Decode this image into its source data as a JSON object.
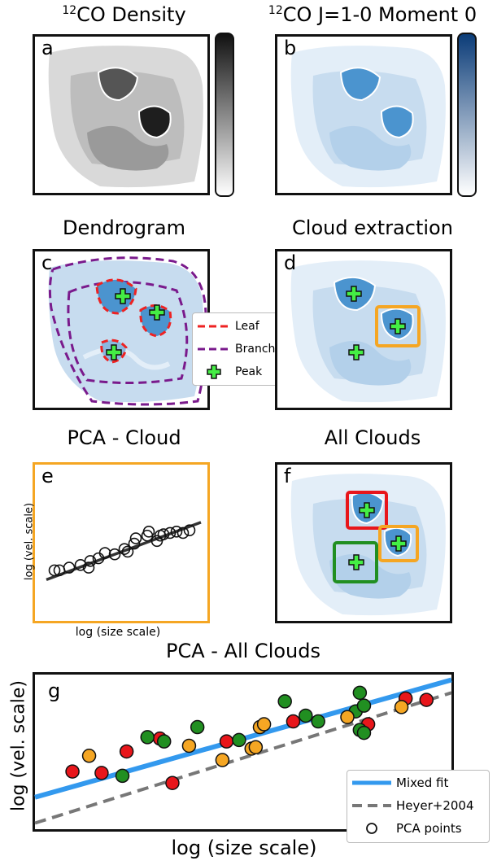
{
  "titles": {
    "a": "CO Density",
    "a_sup": "12",
    "b": "CO J=1-0 Moment 0",
    "b_sup": "12",
    "c": "Dendrogram",
    "d": "Cloud extraction",
    "e": "PCA - Cloud",
    "f": "All Clouds",
    "g": "PCA - All Clouds"
  },
  "panel_labels": [
    "a",
    "b",
    "c",
    "d",
    "e",
    "f",
    "g"
  ],
  "legend_c": {
    "leaf": "Leaf",
    "branch": "Branch",
    "peak": "Peak"
  },
  "axes_e": {
    "xlabel": "log (size scale)",
    "ylabel": "log (vel. scale)"
  },
  "axes_g": {
    "xlabel": "log (size scale)",
    "ylabel": "log (vel. scale)"
  },
  "legend_g": {
    "mixed": "Mixed fit",
    "heyer": "Heyer+2004",
    "pca": "PCA points"
  },
  "colors": {
    "leaf": "#ee2222",
    "branch": "#7a1a8c",
    "peak": "#44ee44",
    "mixed": "#3399ee",
    "heyer": "#777777",
    "cloud_red": "#e8161b",
    "cloud_orange": "#f5a623",
    "cloud_green": "#218f21"
  },
  "chart_data": [
    {
      "type": "scatter",
      "panel": "e",
      "title": "PCA - Cloud",
      "xlabel": "log (size scale)",
      "ylabel": "log (vel. scale)",
      "xlim": [
        0,
        10
      ],
      "ylim": [
        0,
        10
      ],
      "points": [
        [
          0.9,
          3.3
        ],
        [
          1.2,
          3.3
        ],
        [
          1.8,
          3.5
        ],
        [
          2.5,
          3.7
        ],
        [
          3.0,
          3.5
        ],
        [
          3.1,
          4.0
        ],
        [
          3.6,
          4.2
        ],
        [
          4.0,
          4.6
        ],
        [
          4.6,
          4.5
        ],
        [
          5.2,
          4.9
        ],
        [
          5.4,
          4.7
        ],
        [
          5.8,
          5.3
        ],
        [
          5.9,
          5.7
        ],
        [
          6.6,
          5.9
        ],
        [
          6.7,
          6.2
        ],
        [
          7.2,
          5.5
        ],
        [
          7.4,
          5.9
        ],
        [
          7.6,
          6.0
        ],
        [
          8.0,
          6.1
        ],
        [
          8.4,
          6.2
        ],
        [
          8.8,
          6.1
        ],
        [
          9.2,
          6.3
        ]
      ],
      "fit": [
        [
          0.4,
          2.6
        ],
        [
          9.9,
          6.9
        ]
      ]
    },
    {
      "type": "scatter",
      "panel": "g",
      "title": "PCA - All Clouds",
      "xlabel": "log (size scale)",
      "ylabel": "log (vel. scale)",
      "xlim": [
        0,
        10
      ],
      "ylim": [
        0,
        10
      ],
      "series": [
        {
          "color": "red",
          "points": [
            [
              0.9,
              3.8
            ],
            [
              1.6,
              3.7
            ],
            [
              2.2,
              5.2
            ],
            [
              3.0,
              6.1
            ],
            [
              3.3,
              3.0
            ],
            [
              4.6,
              5.9
            ],
            [
              6.2,
              7.3
            ],
            [
              8.0,
              7.1
            ],
            [
              8.9,
              8.9
            ],
            [
              9.4,
              8.8
            ]
          ]
        },
        {
          "color": "green",
          "points": [
            [
              2.1,
              3.5
            ],
            [
              2.7,
              6.2
            ],
            [
              3.1,
              5.9
            ],
            [
              3.9,
              6.9
            ],
            [
              4.9,
              6.0
            ],
            [
              6.0,
              8.7
            ],
            [
              6.5,
              7.7
            ],
            [
              6.8,
              7.3
            ],
            [
              7.7,
              8.0
            ],
            [
              7.8,
              9.3
            ],
            [
              7.9,
              8.4
            ],
            [
              7.8,
              6.7
            ],
            [
              7.9,
              6.5
            ]
          ]
        },
        {
          "color": "orange",
          "points": [
            [
              1.3,
              4.9
            ],
            [
              3.7,
              5.6
            ],
            [
              4.5,
              4.6
            ],
            [
              5.2,
              5.4
            ],
            [
              5.4,
              6.9
            ],
            [
              5.5,
              7.1
            ],
            [
              5.3,
              5.5
            ],
            [
              7.5,
              7.6
            ],
            [
              8.8,
              8.3
            ]
          ]
        }
      ],
      "mixed_fit": [
        [
          0,
          2.0
        ],
        [
          10,
          10.2
        ]
      ],
      "heyer_fit": [
        [
          0,
          0.2
        ],
        [
          10,
          9.3
        ]
      ]
    }
  ]
}
